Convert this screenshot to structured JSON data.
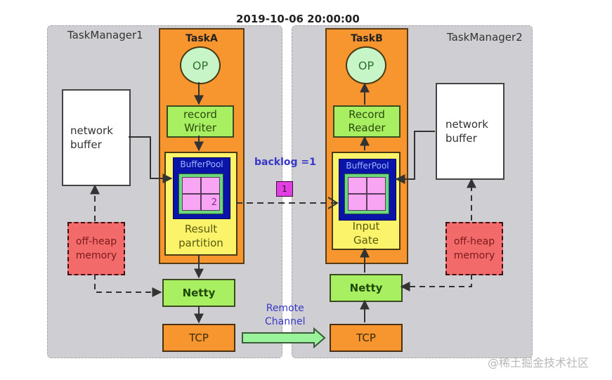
{
  "timestamp": "2019-10-06 20:00:00",
  "task_managers": [
    {
      "label": "TaskManager1",
      "task": {
        "title": "TaskA",
        "op_label": "OP",
        "record_box": [
          "record",
          "Writer"
        ],
        "buffer_pool_label": "BufferPool",
        "buffer_cell_number": "2",
        "container_label": [
          "Result",
          "partition"
        ]
      },
      "network_buffer": [
        "network",
        "buffer"
      ],
      "off_heap": [
        "off-heap",
        "memory"
      ],
      "netty": "Netty",
      "tcp": "TCP"
    },
    {
      "label": "TaskManager2",
      "task": {
        "title": "TaskB",
        "op_label": "OP",
        "record_box": [
          "Record",
          "Reader"
        ],
        "buffer_pool_label": "BufferPool",
        "buffer_cell_number": "",
        "container_label": [
          "Input",
          "Gate"
        ]
      },
      "network_buffer": [
        "network",
        "buffer"
      ],
      "off_heap": [
        "off-heap",
        "memory"
      ],
      "netty": "Netty",
      "tcp": "TCP"
    }
  ],
  "backlog_label": "backlog =1",
  "in_flight_buffer": "1",
  "remote_channel_label": [
    "Remote",
    "Channel"
  ],
  "watermark": "@稀土掘金技术社区",
  "colors": {
    "task_manager_bg": "#cfced2",
    "task_bg": "#f7952f",
    "op_bg": "#c8f5c8",
    "green_box": "#a8f062",
    "yellow_box": "#fbf46a",
    "buffer_pool": "#0a14a8",
    "buffer_cell": "#f8a6f4",
    "off_heap": "#f36a6a",
    "in_flight_buffer": "#e040e0",
    "label_blue": "#3838c8"
  }
}
